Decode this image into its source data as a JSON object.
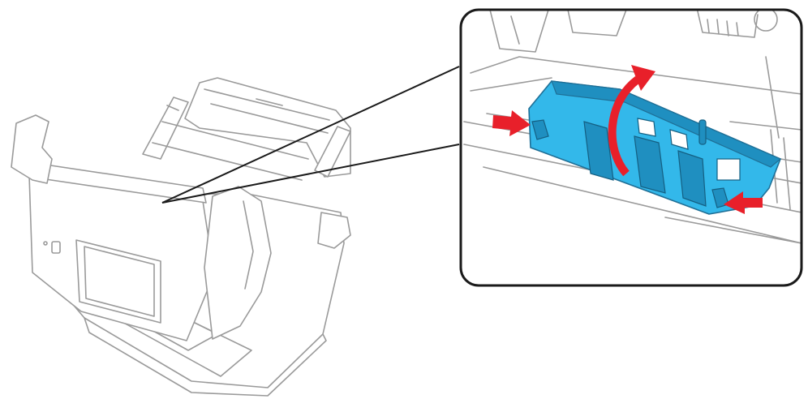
{
  "figure": {
    "colors": {
      "outline": "#9a9a9a",
      "inset_border": "#1a1a1a",
      "cover_fill": "#33b8ea",
      "cover_dark": "#1f8fc0",
      "arrow_red": "#e8202a",
      "background": "#ffffff"
    },
    "icons": [
      "scanner-illustration",
      "zoom-callout",
      "roller-cover",
      "push-arrow-left",
      "push-arrow-right",
      "rotate-arrow"
    ]
  }
}
